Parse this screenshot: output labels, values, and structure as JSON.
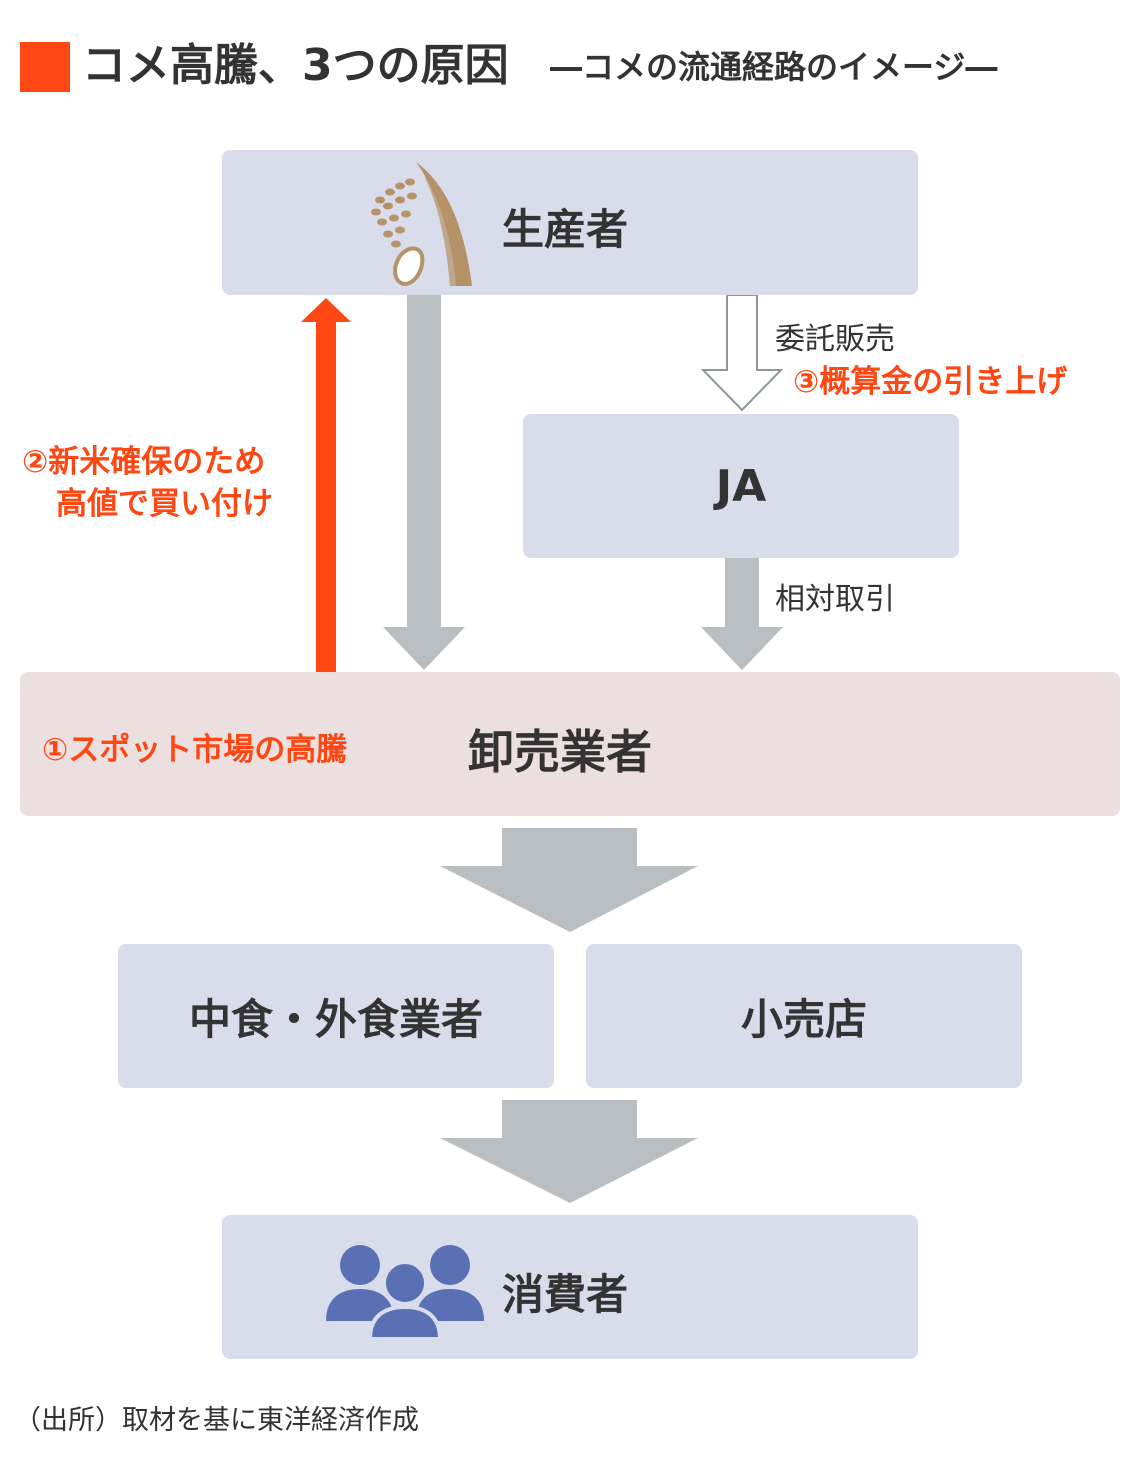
{
  "header": {
    "title": "コメ高騰、3つの原因",
    "subtitle": "―コメの流通経路のイメージ―",
    "accent_color": "#ff4713"
  },
  "nodes": {
    "producer": "生産者",
    "ja": "JA",
    "wholesaler": "卸売業者",
    "foodservice": "中食・外食業者",
    "retail": "小売店",
    "consumer": "消費者"
  },
  "edges": {
    "consignment": "委託販売",
    "negotiated": "相対取引"
  },
  "causes": {
    "cause1": "①スポット市場の高騰",
    "cause2_line1": "②新米確保のため",
    "cause2_line2": "高値で買い付け",
    "cause3": "③概算金の引き上げ"
  },
  "icons": {
    "producer_icon": "rice-plant-icon",
    "consumer_icon": "people-group-icon"
  },
  "colors": {
    "box": "#d9dceb",
    "wholesaler_box": "#ecdfdf",
    "arrow_gray": "#b9bec3",
    "icon_gold": "#b59267",
    "icon_blue": "#5a70b4"
  },
  "footer": {
    "source": "（出所）取材を基に東洋経済作成"
  }
}
